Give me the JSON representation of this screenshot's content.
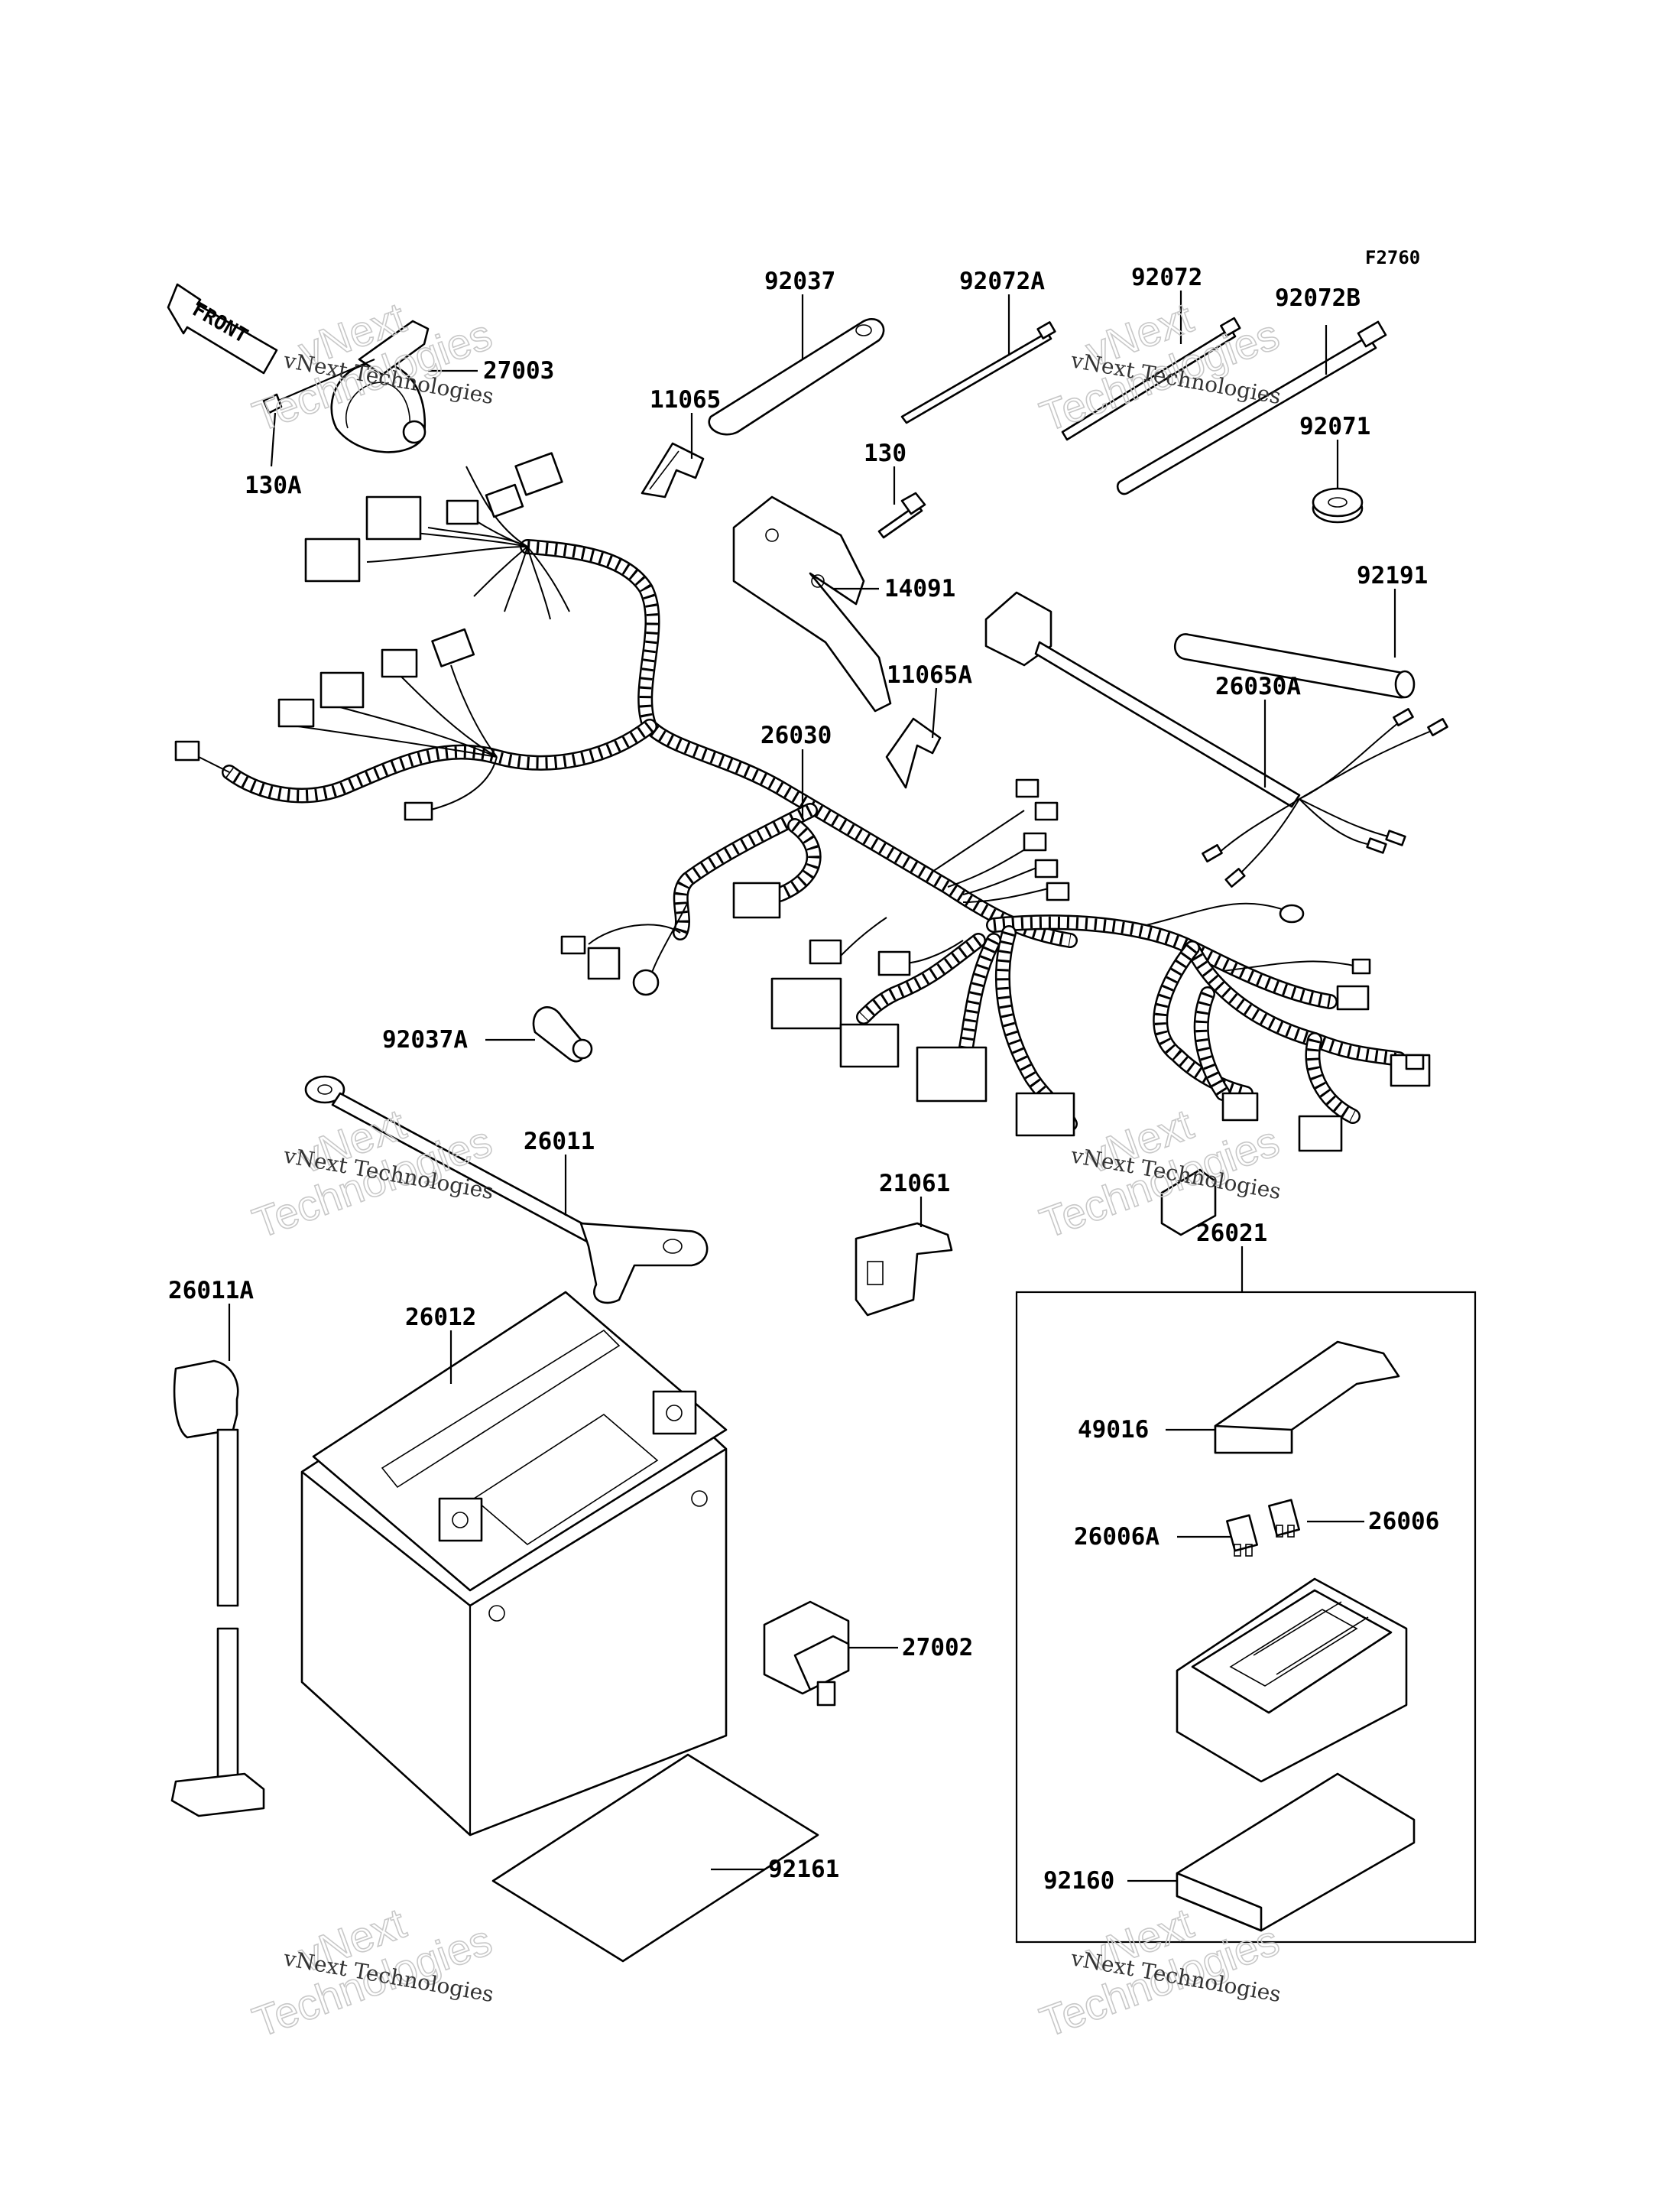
{
  "figure_code": "F2760",
  "front_label": "FRONT",
  "watermark": {
    "line1": "vNext Technologies",
    "big1": "vNext",
    "big2": "Technologies"
  },
  "parts": {
    "p92037": "92037",
    "p92072A": "92072A",
    "p92072": "92072",
    "p92072B": "92072B",
    "p27003": "27003",
    "p130A": "130A",
    "p11065": "11065",
    "p130": "130",
    "p92071": "92071",
    "p14091": "14091",
    "p92191": "92191",
    "p11065A": "11065A",
    "p26030A": "26030A",
    "p26030": "26030",
    "p92037A": "92037A",
    "p26011": "26011",
    "p21061": "21061",
    "p26021": "26021",
    "p26011A": "26011A",
    "p26012": "26012",
    "p49016": "49016",
    "p26006": "26006",
    "p26006A": "26006A",
    "p27002": "27002",
    "p92161": "92161",
    "p92160": "92160"
  }
}
